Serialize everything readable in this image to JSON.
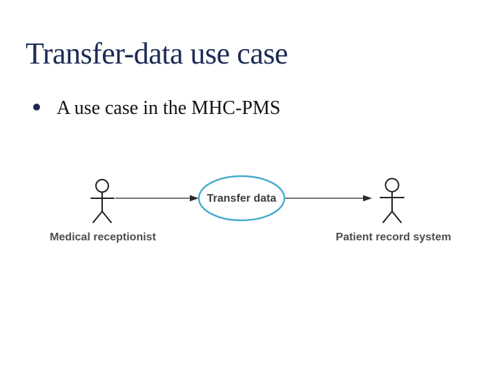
{
  "slide": {
    "title": "Transfer-data use case",
    "bullet": "A use case in the MHC-PMS"
  },
  "diagram": {
    "type": "uml-use-case",
    "use_case": {
      "label": "Transfer data"
    },
    "actors": [
      {
        "label": "Medical receptionist",
        "position": "left"
      },
      {
        "label": "Patient record system",
        "position": "right"
      }
    ],
    "connections": [
      {
        "from": "Medical receptionist",
        "to": "Transfer data",
        "arrow": "right"
      },
      {
        "from": "Transfer data",
        "to": "Patient record system",
        "arrow": "right"
      }
    ]
  },
  "colors": {
    "background": "#ffffff",
    "title_text": "#1c2b55",
    "body_text": "#121212",
    "diagram_label": "#4d4d4d",
    "usecase_ellipse_stroke": "#45aacd",
    "connector_line": "#4a4a4a",
    "actor_stroke": "#1f1f1f"
  }
}
